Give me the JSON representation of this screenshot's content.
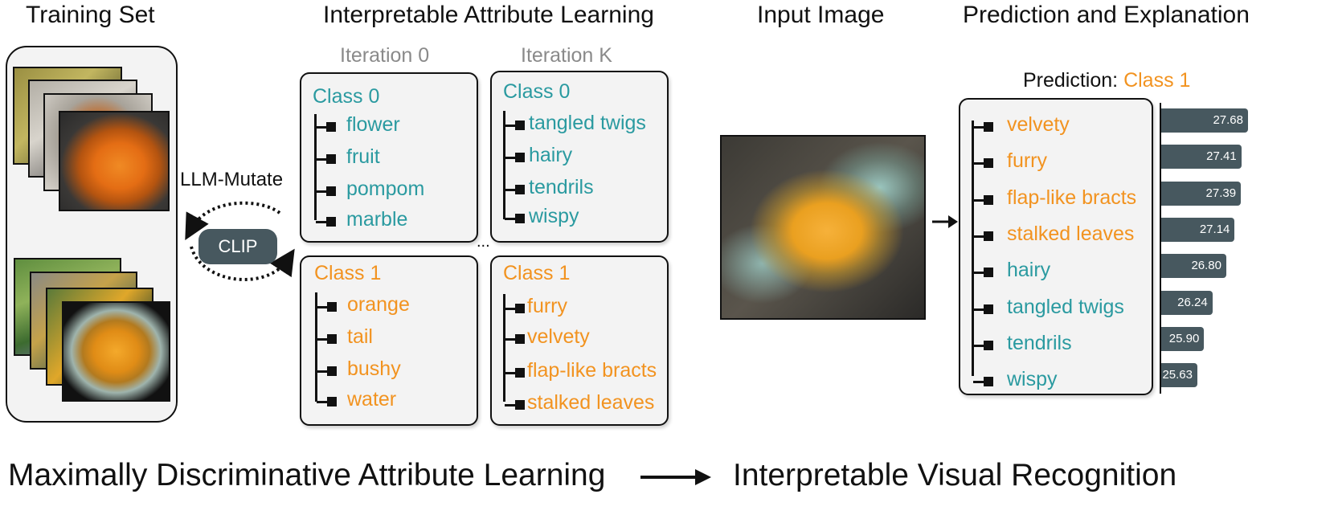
{
  "headings": {
    "training_set": "Training Set",
    "attr_learning": "Interpretable Attribute Learning",
    "input_image": "Input Image",
    "pred_expl": "Prediction and Explanation"
  },
  "iterations": {
    "first": "Iteration 0",
    "last": "Iteration K",
    "ellipsis": "..."
  },
  "llm_mutate": "LLM-Mutate",
  "clip": "CLIP",
  "iter0": {
    "class0": {
      "title": "Class 0",
      "items": [
        "flower",
        "fruit",
        "pompom",
        "marble"
      ]
    },
    "class1": {
      "title": "Class 1",
      "items": [
        "orange",
        "tail",
        "bushy",
        "water"
      ]
    }
  },
  "iterK": {
    "class0": {
      "title": "Class 0",
      "items": [
        "tangled twigs",
        "hairy",
        "tendrils",
        "wispy"
      ]
    },
    "class1": {
      "title": "Class 1",
      "items": [
        "furry",
        "velvety",
        "flap-like bracts",
        "stalked leaves"
      ]
    }
  },
  "prediction": {
    "label": "Prediction:",
    "value": "Class 1"
  },
  "explanation": {
    "attributes": [
      "velvety",
      "furry",
      "flap-like bracts",
      "stalked leaves",
      "hairy",
      "tangled twigs",
      "tendrils",
      "wispy"
    ],
    "attribute_classes": [
      "Class 1",
      "Class 1",
      "Class 1",
      "Class 1",
      "Class 0",
      "Class 0",
      "Class 0",
      "Class 0"
    ],
    "scores": [
      "27.68",
      "27.41",
      "27.39",
      "27.14",
      "26.80",
      "26.24",
      "25.90",
      "25.63"
    ],
    "score_values": [
      27.68,
      27.41,
      27.39,
      27.14,
      26.8,
      26.24,
      25.9,
      25.63
    ]
  },
  "footer": {
    "left": "Maximally Discriminative Attribute Learning",
    "right": "Interpretable Visual Recognition"
  },
  "colors": {
    "class0": "#2a9aa0",
    "class1": "#f29320",
    "bar": "#47585f",
    "box_bg": "#f3f3f3"
  }
}
